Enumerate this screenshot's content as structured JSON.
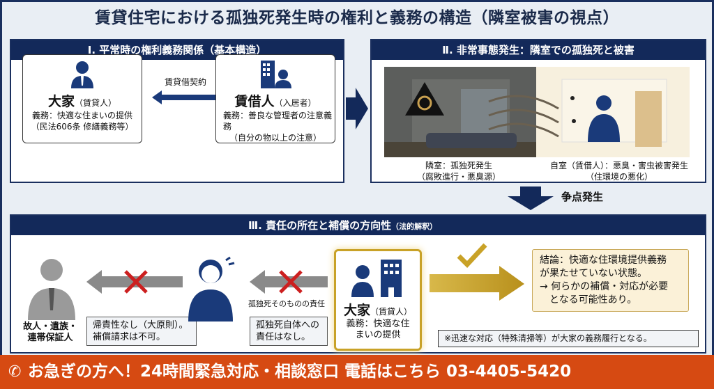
{
  "title": "賃貸住宅における孤独死発生時の権利と義務の構造（隣室被害の視点）",
  "section1": {
    "heading": "Ⅰ. 平常時の権利義務関係（基本構造）",
    "landlord": {
      "name": "大家",
      "role": "（賃貸人）",
      "duty": "義務：快適な住まいの提供",
      "note": "（民法606条 修繕義務等）"
    },
    "contract_label": "賃貸借契約",
    "tenant": {
      "name": "賃借人",
      "role": "（入居者）",
      "duty": "義務：善良な管理者の注意義務",
      "note": "（自分の物以上の注意）"
    }
  },
  "section2": {
    "heading": "Ⅱ. 非常事態発生：隣室での孤独死と被害",
    "left_caption": "隣室：孤独死発生",
    "left_sub": "（腐敗進行・悪臭源）",
    "right_caption": "自室（賃借人）：悪臭・害虫被害発生",
    "right_sub": "（住環境の悪化）"
  },
  "issue_label": "争点発生",
  "section3": {
    "heading": "Ⅲ. 責任の所在と補償の方向性",
    "heading_small": "（法的解釈）",
    "deceased_label1": "故人・遺族・",
    "deceased_label2": "連帯保証人",
    "box1_line1": "帰責性なし（大原則）。",
    "box1_line2": "補償請求は不可。",
    "arrow2_label": "孤独死そのものの責任",
    "box2_line1": "孤独死自体への",
    "box2_line2": "責任はなし。",
    "landlord_name": "大家",
    "landlord_role": "（賃貸人）",
    "landlord_duty1": "義務：快適な住",
    "landlord_duty2": "まいの提供",
    "conclusion": [
      "結論：快適な住環境提供義務",
      "が果たせていない状態。",
      "→ 何らかの補償・対応が必要",
      "　となる可能性あり。"
    ],
    "note": "※迅速な対応（特殊清掃等）が大家の義務履行となる。"
  },
  "footer": {
    "text": "お急ぎの方へ！24時間緊急対応・相談窓口 電話はこちら 03-4405-5420",
    "icon": "phone-icon"
  },
  "colors": {
    "navy": "#13295a",
    "orange": "#d64a12",
    "gold": "#c9a227",
    "red": "#cc1f1f"
  }
}
